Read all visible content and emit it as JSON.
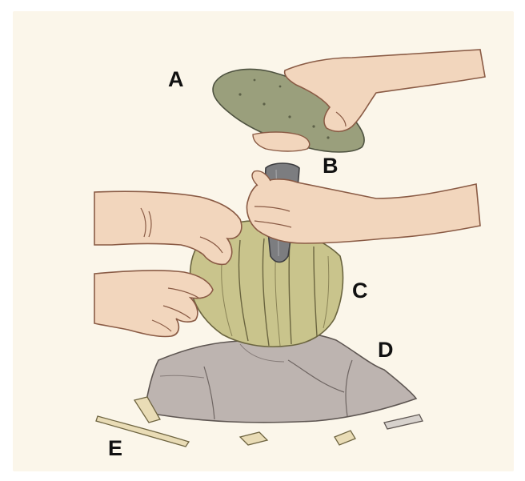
{
  "labels": {
    "a": "A",
    "b": "B",
    "c": "C",
    "d": "D",
    "e": "E"
  },
  "colors": {
    "paper": "#fbf6ea",
    "skin": "#f2d6bd",
    "skin_line": "#8a5b45",
    "hammerstone": "#9a9f7c",
    "core": "#c9c48c",
    "punch": "#7c7d80",
    "anvil": "#bdb4b0",
    "blade": "#e9dcb6"
  }
}
